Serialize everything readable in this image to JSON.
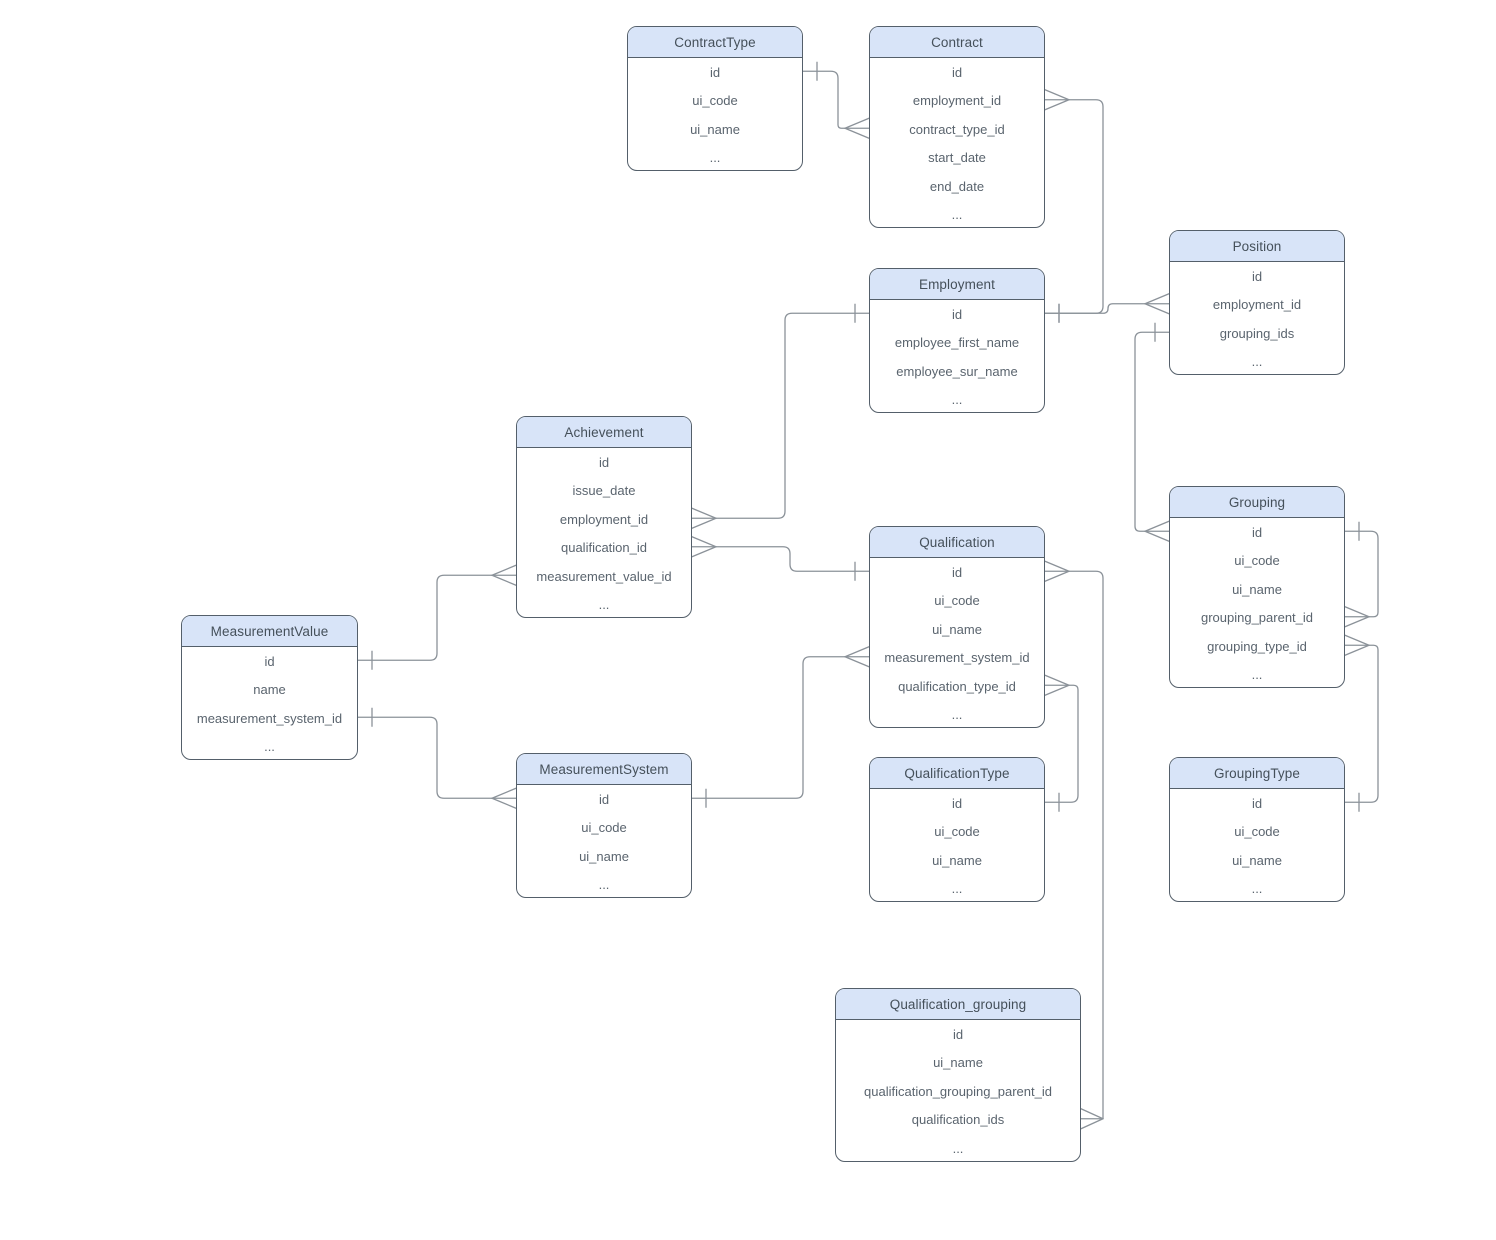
{
  "diagram": {
    "type": "entity-relationship",
    "colors": {
      "background": "#ffffff",
      "header_fill": "#d8e4f8",
      "box_border": "#545f6a",
      "title_text": "#45505a",
      "field_text": "#5a646e",
      "connector": "#8b9299"
    },
    "entities": [
      {
        "name": "ContractType",
        "fields": [
          "id",
          "ui_code",
          "ui_name",
          "..."
        ]
      },
      {
        "name": "Contract",
        "fields": [
          "id",
          "employment_id",
          "contract_type_id",
          "start_date",
          "end_date",
          "..."
        ]
      },
      {
        "name": "Employment",
        "fields": [
          "id",
          "employee_first_name",
          "employee_sur_name",
          "..."
        ]
      },
      {
        "name": "Position",
        "fields": [
          "id",
          "employment_id",
          "grouping_ids",
          "..."
        ]
      },
      {
        "name": "Achievement",
        "fields": [
          "id",
          "issue_date",
          "employment_id",
          "qualification_id",
          "measurement_value_id",
          "..."
        ]
      },
      {
        "name": "Qualification",
        "fields": [
          "id",
          "ui_code",
          "ui_name",
          "measurement_system_id",
          "qualification_type_id",
          "..."
        ]
      },
      {
        "name": "MeasurementValue",
        "fields": [
          "id",
          "name",
          "measurement_system_id",
          "..."
        ]
      },
      {
        "name": "MeasurementSystem",
        "fields": [
          "id",
          "ui_code",
          "ui_name",
          "..."
        ]
      },
      {
        "name": "QualificationType",
        "fields": [
          "id",
          "ui_code",
          "ui_name",
          "..."
        ]
      },
      {
        "name": "Grouping",
        "fields": [
          "id",
          "ui_code",
          "ui_name",
          "grouping_parent_id",
          "grouping_type_id",
          "..."
        ]
      },
      {
        "name": "GroupingType",
        "fields": [
          "id",
          "ui_code",
          "ui_name",
          "..."
        ]
      },
      {
        "name": "Qualification_grouping",
        "fields": [
          "id",
          "ui_name",
          "qualification_grouping_parent_id",
          "qualification_ids",
          "..."
        ]
      }
    ],
    "relationships": [
      {
        "from": {
          "entity": "ContractType",
          "field": "id",
          "cardinality": "one"
        },
        "to": {
          "entity": "Contract",
          "field": "contract_type_id",
          "cardinality": "many"
        }
      },
      {
        "from": {
          "entity": "Contract",
          "field": "employment_id",
          "cardinality": "many"
        },
        "to": {
          "entity": "Employment",
          "field": "id",
          "cardinality": "one"
        }
      },
      {
        "from": {
          "entity": "Employment",
          "field": "id",
          "cardinality": "one"
        },
        "to": {
          "entity": "Position",
          "field": "employment_id",
          "cardinality": "many"
        }
      },
      {
        "from": {
          "entity": "Employment",
          "field": "id",
          "cardinality": "one"
        },
        "to": {
          "entity": "Achievement",
          "field": "employment_id",
          "cardinality": "many"
        }
      },
      {
        "from": {
          "entity": "Achievement",
          "field": "qualification_id",
          "cardinality": "many"
        },
        "to": {
          "entity": "Qualification",
          "field": "id",
          "cardinality": "one"
        }
      },
      {
        "from": {
          "entity": "MeasurementValue",
          "field": "id",
          "cardinality": "one"
        },
        "to": {
          "entity": "Achievement",
          "field": "measurement_value_id",
          "cardinality": "many"
        }
      },
      {
        "from": {
          "entity": "MeasurementValue",
          "field": "measurement_system_id",
          "cardinality": "one"
        },
        "to": {
          "entity": "MeasurementSystem",
          "field": "id",
          "cardinality": "many"
        }
      },
      {
        "from": {
          "entity": "MeasurementSystem",
          "field": "id",
          "cardinality": "one"
        },
        "to": {
          "entity": "Qualification",
          "field": "measurement_system_id",
          "cardinality": "many"
        }
      },
      {
        "from": {
          "entity": "Qualification",
          "field": "qualification_type_id",
          "cardinality": "many"
        },
        "to": {
          "entity": "QualificationType",
          "field": "id",
          "cardinality": "one"
        }
      },
      {
        "from": {
          "entity": "Qualification",
          "field": "id",
          "cardinality": "many"
        },
        "to": {
          "entity": "Qualification_grouping",
          "field": "qualification_ids",
          "cardinality": "many"
        }
      },
      {
        "from": {
          "entity": "Position",
          "field": "grouping_ids",
          "cardinality": "one"
        },
        "to": {
          "entity": "Grouping",
          "field": "id",
          "cardinality": "many"
        }
      },
      {
        "from": {
          "entity": "Grouping",
          "field": "id",
          "cardinality": "one"
        },
        "to": {
          "entity": "Grouping",
          "field": "grouping_parent_id",
          "cardinality": "many"
        }
      },
      {
        "from": {
          "entity": "Grouping",
          "field": "grouping_type_id",
          "cardinality": "many"
        },
        "to": {
          "entity": "GroupingType",
          "field": "id",
          "cardinality": "one"
        }
      }
    ]
  }
}
